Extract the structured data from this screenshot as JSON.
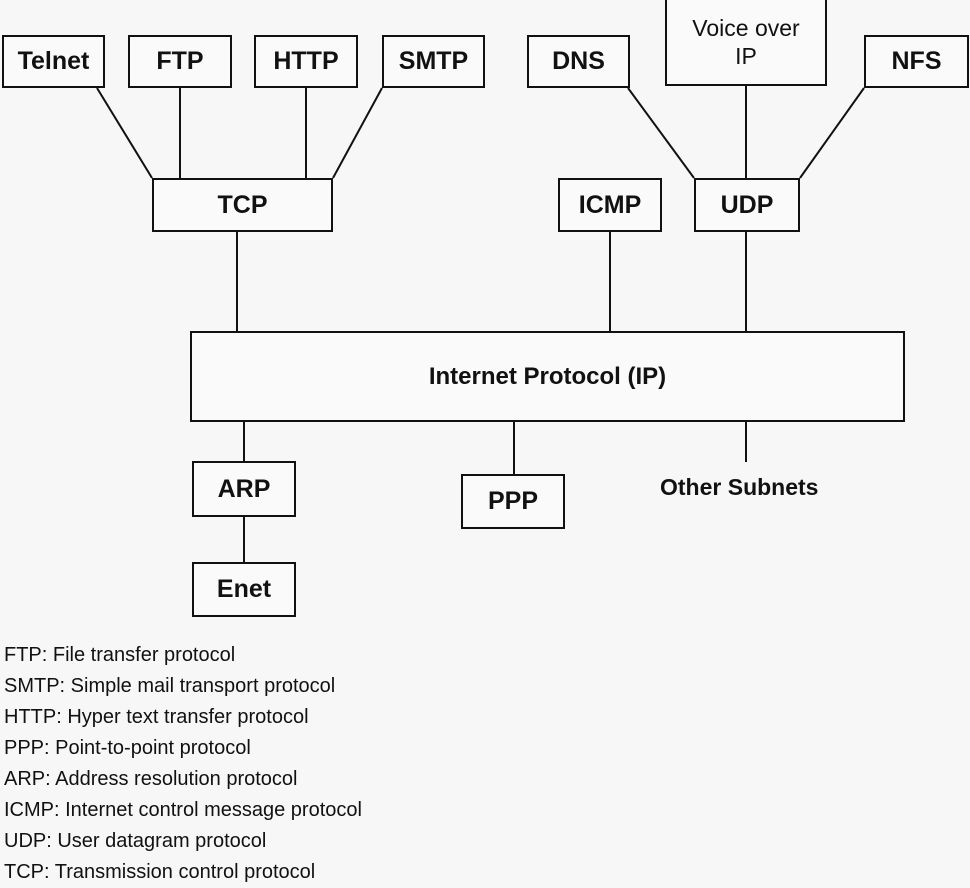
{
  "application_boxes": {
    "telnet": "Telnet",
    "ftp": "FTP",
    "http": "HTTP",
    "smtp": "SMTP",
    "dns": "DNS",
    "voip": "Voice over IP",
    "nfs": "NFS"
  },
  "transport_boxes": {
    "tcp": "TCP",
    "icmp": "ICMP",
    "udp": "UDP"
  },
  "network_box": "Internet Protocol (IP)",
  "link_boxes": {
    "arp": "ARP",
    "ppp": "PPP",
    "enet": "Enet",
    "other_subnets": "Other Subnets"
  },
  "legend": [
    "FTP: File transfer protocol",
    "SMTP: Simple mail transport protocol",
    "HTTP: Hyper text transfer protocol",
    "PPP: Point-to-point protocol",
    "ARP: Address resolution protocol",
    "ICMP: Internet control message protocol",
    "UDP: User datagram protocol",
    "TCP: Transmission control protocol"
  ]
}
